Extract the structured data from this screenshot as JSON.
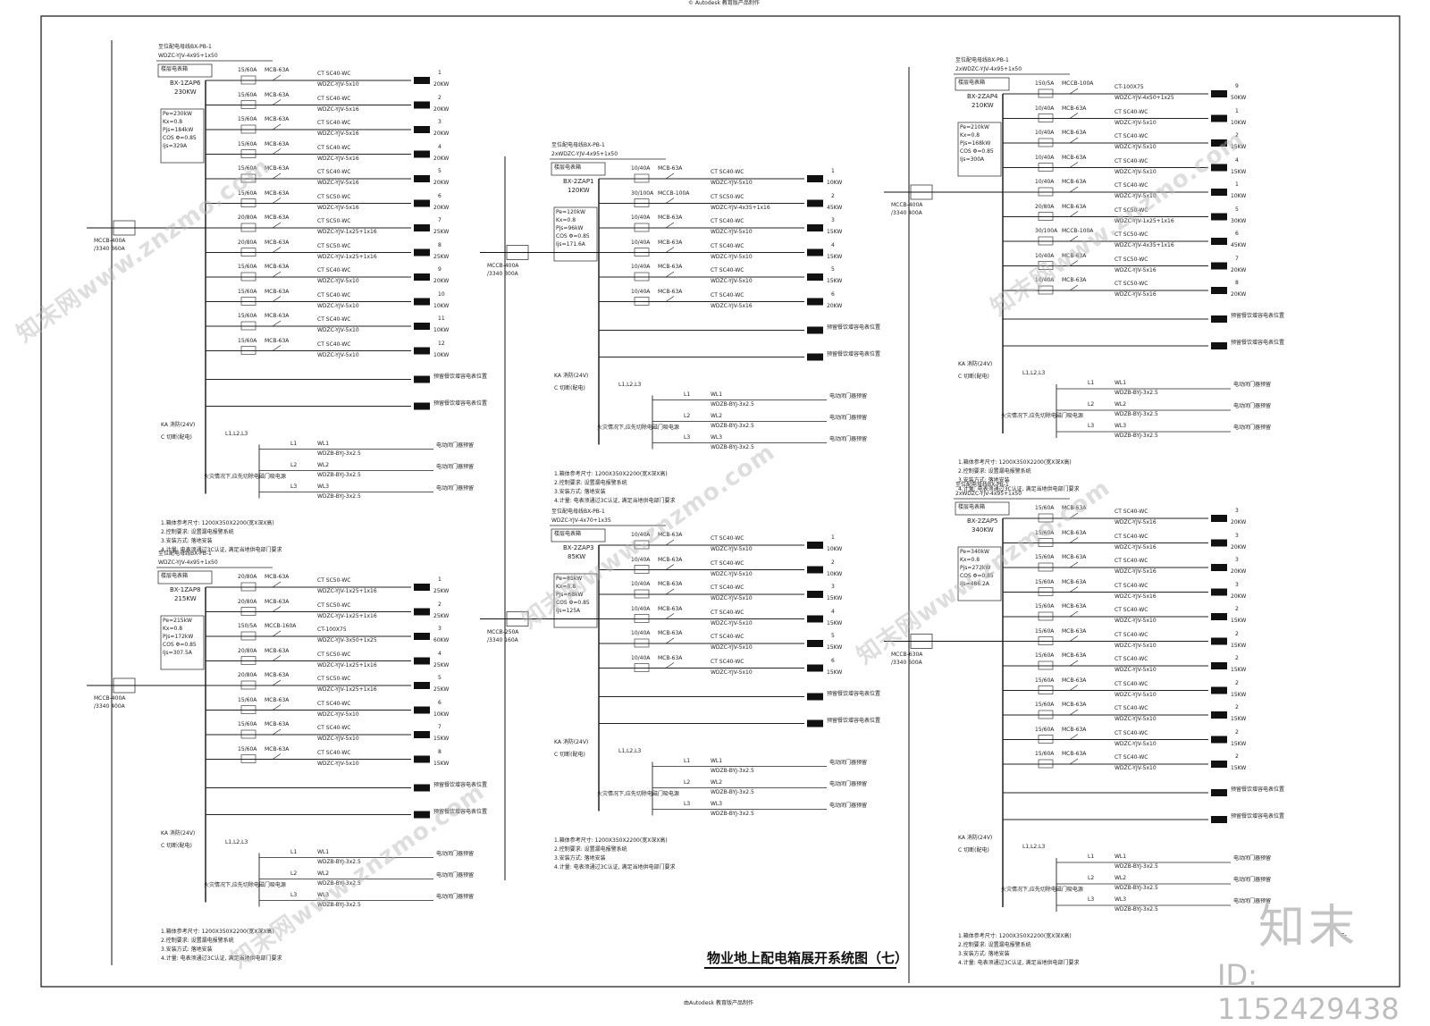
{
  "drawing": {
    "title": "物业地上配电箱展开系统图（七）",
    "top_marker": "© Autodesk 教育版产品制作",
    "bottom_marker": "由Autodesk 教育版产品制作",
    "brand": "知末",
    "id_label": "ID: 1152429438",
    "watermark": "知末网www.znzmo.com",
    "drawing_no": "E-"
  },
  "panels": [
    {
      "key": "p1",
      "feeder_label": "至位配电母线BX-PB-1",
      "feeder_cable": "WDZC-YJV-4x95+1x50",
      "room": "楼层电表箱",
      "name": "BX-1ZAP6",
      "power": "230KW",
      "params": [
        "Pe=230kW",
        "Kx=0.8",
        "Pjs=184kW",
        "COS Φ=0.85",
        "Ijs=329A"
      ],
      "main_breaker": "MCCB-400A",
      "main_rating": "/3340  360A",
      "bus_label": "L1,L2,L3",
      "circuits": [
        {
          "brk": "15/60A",
          "mcb": "MCB-63A",
          "ct": "CT SC40-WC",
          "cable": "WDZC-YJV-5x10",
          "no": "1",
          "kw": "20KW"
        },
        {
          "brk": "15/60A",
          "mcb": "MCB-63A",
          "ct": "CT SC40-WC",
          "cable": "WDZC-YJV-5x16",
          "no": "2",
          "kw": "20KW"
        },
        {
          "brk": "15/60A",
          "mcb": "MCB-63A",
          "ct": "CT SC40-WC",
          "cable": "WDZC-YJV-5x16",
          "no": "3",
          "kw": "20KW"
        },
        {
          "brk": "15/60A",
          "mcb": "MCB-63A",
          "ct": "CT SC40-WC",
          "cable": "WDZC-YJV-5x16",
          "no": "4",
          "kw": "20KW"
        },
        {
          "brk": "15/60A",
          "mcb": "MCB-63A",
          "ct": "CT SC40-WC",
          "cable": "WDZC-YJV-5x16",
          "no": "5",
          "kw": "20KW"
        },
        {
          "brk": "15/60A",
          "mcb": "MCB-63A",
          "ct": "CT SC50-WC",
          "cable": "WDZC-YJV-5x16",
          "no": "6",
          "kw": "20KW"
        },
        {
          "brk": "20/80A",
          "mcb": "MCB-63A",
          "ct": "CT SC50-WC",
          "cable": "WDZC-YJV-1x25+1x16",
          "no": "7",
          "kw": "25KW"
        },
        {
          "brk": "20/80A",
          "mcb": "MCB-63A",
          "ct": "CT SC50-WC",
          "cable": "WDZC-YJV-1x25+1x16",
          "no": "8",
          "kw": "25KW"
        },
        {
          "brk": "15/60A",
          "mcb": "MCB-63A",
          "ct": "CT SC40-WC",
          "cable": "WDZC-YJV-5x10",
          "no": "9",
          "kw": "20KW"
        },
        {
          "brk": "15/60A",
          "mcb": "MCB-63A",
          "ct": "CT SC40-WC",
          "cable": "WDZC-YJV-5x10",
          "no": "10",
          "kw": "10KW"
        },
        {
          "brk": "15/60A",
          "mcb": "MCB-63A",
          "ct": "CT SC40-WC",
          "cable": "WDZC-YJV-5x10",
          "no": "11",
          "kw": "10KW"
        },
        {
          "brk": "15/60A",
          "mcb": "MCB-63A",
          "ct": "CT SC40-WC",
          "cable": "WDZC-YJV-5x10",
          "no": "12",
          "kw": "10KW"
        }
      ],
      "spares": [
        "预留餐饮增容电表位置",
        "预留餐饮增容电表位置"
      ],
      "fire": [
        "KA 消防(24V)",
        "C 切断(配电)"
      ],
      "doors": [
        {
          "line": "L1",
          "code": "WL1",
          "cable": "WDZB-BYJ-3x2.5",
          "label": "电动闭门器预留"
        },
        {
          "line": "L2",
          "code": "WL2",
          "cable": "WDZB-BYJ-3x2.5",
          "label": "电动闭门器预留"
        },
        {
          "line": "L3",
          "code": "WL3",
          "cable": "WDZB-BYJ-3x2.5",
          "label": "电动闭门器预留"
        }
      ],
      "door_note": "火灾情况下,应先切除电磁门吸电源",
      "notes": [
        "1.箱体参考尺寸: 1200X350X2200(宽X深X高)",
        "2.控制要求: 设置漏电报警系统",
        "3.安装方式: 落地安装",
        "4.计量: 电表须通过3C认证, 满足当地供电部门要求"
      ]
    },
    {
      "key": "p2",
      "feeder_label": "至位配电母线BX-PB-1",
      "feeder_cable": "WDZC-YJV-4x95+1x50",
      "room": "楼层电表箱",
      "name": "BX-1ZAP8",
      "power": "215KW",
      "params": [
        "Pe=215kW",
        "Kx=0.8",
        "Pjs=172kW",
        "COS Φ=0.85",
        "Ijs=307.5A"
      ],
      "main_breaker": "MCCB-400A",
      "main_rating": "/3340  400A",
      "bus_label": "L1,L2,L3",
      "circuits": [
        {
          "brk": "20/80A",
          "mcb": "MCB-63A",
          "ct": "CT SC50-WC",
          "cable": "WDZC-YJV-1x25+1x16",
          "no": "1",
          "kw": "25KW"
        },
        {
          "brk": "20/80A",
          "mcb": "MCB-63A",
          "ct": "CT SC50-WC",
          "cable": "WDZC-YJV-1x25+1x16",
          "no": "2",
          "kw": "25KW"
        },
        {
          "brk": "150/5A",
          "mcb": "MCCB-160A",
          "ct": "CT-100X75",
          "cable": "WDZC-YJV-3x50+1x25",
          "no": "3",
          "kw": "60KW"
        },
        {
          "brk": "20/80A",
          "mcb": "MCB-63A",
          "ct": "CT SC50-WC",
          "cable": "WDZC-YJV-1x25+1x16",
          "no": "4",
          "kw": "25KW"
        },
        {
          "brk": "20/80A",
          "mcb": "MCB-63A",
          "ct": "CT SC50-WC",
          "cable": "WDZC-YJV-1x25+1x16",
          "no": "5",
          "kw": "25KW"
        },
        {
          "brk": "15/60A",
          "mcb": "MCB-63A",
          "ct": "CT SC40-WC",
          "cable": "WDZC-YJV-5x10",
          "no": "6",
          "kw": "10KW"
        },
        {
          "brk": "15/60A",
          "mcb": "MCB-63A",
          "ct": "CT SC40-WC",
          "cable": "WDZC-YJV-5x10",
          "no": "7",
          "kw": "15KW"
        },
        {
          "brk": "15/60A",
          "mcb": "MCB-63A",
          "ct": "CT SC40-WC",
          "cable": "WDZC-YJV-5x10",
          "no": "8",
          "kw": "15KW"
        }
      ],
      "spares": [
        "预留餐饮增容电表位置",
        "预留餐饮增容电表位置"
      ],
      "fire": [
        "KA 消防(24V)",
        "C 切断(配电)"
      ],
      "doors": [
        {
          "line": "L1",
          "code": "WL1",
          "cable": "WDZB-BYJ-3x2.5",
          "label": "电动闭门器预留"
        },
        {
          "line": "L2",
          "code": "WL2",
          "cable": "WDZB-BYJ-3x2.5",
          "label": "电动闭门器预留"
        },
        {
          "line": "L3",
          "code": "WL3",
          "cable": "WDZB-BYJ-3x2.5",
          "label": "电动闭门器预留"
        }
      ],
      "door_note": "火灾情况下,应先切除电磁门吸电源",
      "notes": [
        "1.箱体参考尺寸: 1200X350X2200(宽X深X高)",
        "2.控制要求: 设置漏电报警系统",
        "3.安装方式: 落地安装",
        "4.计量: 电表须通过3C认证, 满足当地供电部门要求"
      ]
    },
    {
      "key": "p3",
      "feeder_label": "至位配电母线BX-PB-1",
      "feeder_cable": "2xWDZC-YJV-4x95+1x50",
      "room": "楼层电表箱",
      "name": "BX-2ZAP1",
      "power": "120KW",
      "params": [
        "Pe=120kW",
        "Kx=0.8",
        "Pjs=96kW",
        "COS Φ=0.85",
        "Ijs=171.6A"
      ],
      "main_breaker": "MCCB-400A",
      "main_rating": "/3340  300A",
      "bus_label": "L1,L2,L3",
      "circuits": [
        {
          "brk": "10/40A",
          "mcb": "MCB-63A",
          "ct": "CT SC40-WC",
          "cable": "WDZC-YJV-5x10",
          "no": "1",
          "kw": "10KW"
        },
        {
          "brk": "30/100A",
          "mcb": "MCCB-100A",
          "ct": "CT SC50-WC",
          "cable": "WDZC-YJV-4x35+1x16",
          "no": "2",
          "kw": "45KW"
        },
        {
          "brk": "10/40A",
          "mcb": "MCB-63A",
          "ct": "CT SC40-WC",
          "cable": "WDZC-YJV-5x10",
          "no": "3",
          "kw": "15KW"
        },
        {
          "brk": "10/40A",
          "mcb": "MCB-63A",
          "ct": "CT SC40-WC",
          "cable": "WDZC-YJV-5x10",
          "no": "4",
          "kw": "15KW"
        },
        {
          "brk": "10/40A",
          "mcb": "MCB-63A",
          "ct": "CT SC40-WC",
          "cable": "WDZC-YJV-5x10",
          "no": "5",
          "kw": "15KW"
        },
        {
          "brk": "10/40A",
          "mcb": "MCB-63A",
          "ct": "CT SC40-WC",
          "cable": "WDZC-YJV-5x16",
          "no": "6",
          "kw": "20KW"
        }
      ],
      "spares": [
        "预留餐饮增容电表位置",
        "预留餐饮增容电表位置"
      ],
      "fire": [
        "KA 消防(24V)",
        "C 切断(配电)"
      ],
      "doors": [
        {
          "line": "L1",
          "code": "WL1",
          "cable": "WDZB-BYJ-3x2.5",
          "label": "电动闭门器预留"
        },
        {
          "line": "L2",
          "code": "WL2",
          "cable": "WDZB-BYJ-3x2.5",
          "label": "电动闭门器预留"
        },
        {
          "line": "L3",
          "code": "WL3",
          "cable": "WDZB-BYJ-3x2.5",
          "label": "电动闭门器预留"
        }
      ],
      "door_note": "火灾情况下,应先切除电磁门吸电源",
      "notes": [
        "1.箱体参考尺寸: 1200X350X2200(宽X深X高)",
        "2.控制要求: 设置漏电报警系统",
        "3.安装方式: 落地安装",
        "4.计量: 电表须通过3C认证, 满足当地供电部门要求"
      ]
    },
    {
      "key": "p4",
      "feeder_label": "至位配电母线BX-PB-1",
      "feeder_cable": "WDZC-YJV-4x70+1x35",
      "room": "楼层电表箱",
      "name": "BX-2ZAP3",
      "power": "85KW",
      "params": [
        "Pe=85kW",
        "Kx=0.8",
        "Pjs=68kW",
        "COS Φ=0.85",
        "Ijs=125A"
      ],
      "main_breaker": "MCCB-250A",
      "main_rating": "/3340  160A",
      "bus_label": "L1,L2,L3",
      "circuits": [
        {
          "brk": "10/40A",
          "mcb": "MCB-63A",
          "ct": "CT SC40-WC",
          "cable": "WDZC-YJV-5x10",
          "no": "1",
          "kw": "10KW"
        },
        {
          "brk": "10/40A",
          "mcb": "MCB-63A",
          "ct": "CT SC40-WC",
          "cable": "WDZC-YJV-5x10",
          "no": "2",
          "kw": "10KW"
        },
        {
          "brk": "10/40A",
          "mcb": "MCB-63A",
          "ct": "CT SC40-WC",
          "cable": "WDZC-YJV-5x10",
          "no": "3",
          "kw": "15KW"
        },
        {
          "brk": "10/40A",
          "mcb": "MCB-63A",
          "ct": "CT SC40-WC",
          "cable": "WDZC-YJV-5x10",
          "no": "4",
          "kw": "15KW"
        },
        {
          "brk": "10/40A",
          "mcb": "MCB-63A",
          "ct": "CT SC40-WC",
          "cable": "WDZC-YJV-5x10",
          "no": "5",
          "kw": "15KW"
        },
        {
          "brk": "10/40A",
          "mcb": "MCB-63A",
          "ct": "CT SC40-WC",
          "cable": "WDZC-YJV-5x10",
          "no": "6",
          "kw": "15KW"
        }
      ],
      "spares": [
        "预留餐饮增容电表位置",
        "预留餐饮增容电表位置"
      ],
      "fire": [
        "KA 消防(24V)",
        "C 切断(配电)"
      ],
      "doors": [
        {
          "line": "L1",
          "code": "WL1",
          "cable": "WDZB-BYJ-3x2.5",
          "label": "电动闭门器预留"
        },
        {
          "line": "L2",
          "code": "WL2",
          "cable": "WDZB-BYJ-3x2.5",
          "label": "电动闭门器预留"
        },
        {
          "line": "L3",
          "code": "WL3",
          "cable": "WDZB-BYJ-3x2.5",
          "label": "电动闭门器预留"
        }
      ],
      "door_note": "火灾情况下,应先切除电磁门吸电源",
      "notes": [
        "1.箱体参考尺寸: 1200X350X2200(宽X深X高)",
        "2.控制要求: 设置漏电报警系统",
        "3.安装方式: 落地安装",
        "4.计量: 电表须通过3C认证, 满足当地供电部门要求"
      ]
    },
    {
      "key": "p5",
      "feeder_label": "至位配电母线BX-PB-1",
      "feeder_cable": "2xWDZC-YJV-4x95+1x50",
      "room": "楼层电表箱",
      "name": "BX-2ZAP4",
      "power": "210KW",
      "params": [
        "Pe=210kW",
        "Kx=0.8",
        "Pjs=168kW",
        "COS Φ=0.85",
        "Ijs=300A"
      ],
      "main_breaker": "MCCB-400A",
      "main_rating": "/3340  400A",
      "bus_label": "L1,L2,L3",
      "circuits": [
        {
          "brk": "150/5A",
          "mcb": "MCCB-100A",
          "ct": "CT-100X75",
          "cable": "WDZC-YJV-4x50+1x25",
          "no": "9",
          "kw": "50KW"
        },
        {
          "brk": "10/40A",
          "mcb": "MCB-63A",
          "ct": "CT SC40-WC",
          "cable": "WDZC-YJV-5x10",
          "no": "1",
          "kw": "10KW"
        },
        {
          "brk": "10/40A",
          "mcb": "MCB-63A",
          "ct": "CT SC40-WC",
          "cable": "WDZC-YJV-5x10",
          "no": "2",
          "kw": "15KW"
        },
        {
          "brk": "10/40A",
          "mcb": "MCB-63A",
          "ct": "CT SC40-WC",
          "cable": "WDZC-YJV-5x10",
          "no": "4",
          "kw": "15KW"
        },
        {
          "brk": "10/40A",
          "mcb": "MCB-63A",
          "ct": "CT SC40-WC",
          "cable": "WDZC-YJV-5x10",
          "no": "1",
          "kw": "10KW"
        },
        {
          "brk": "20/80A",
          "mcb": "MCB-63A",
          "ct": "CT SC50-WC",
          "cable": "WDZC-YJV-1x25+1x16",
          "no": "5",
          "kw": "30KW"
        },
        {
          "brk": "30/100A",
          "mcb": "MCCB-100A",
          "ct": "CT SC50-WC",
          "cable": "WDZC-YJV-4x35+1x16",
          "no": "6",
          "kw": "45KW"
        },
        {
          "brk": "10/40A",
          "mcb": "MCB-63A",
          "ct": "CT SC50-WC",
          "cable": "WDZC-YJV-5x16",
          "no": "7",
          "kw": "20KW"
        },
        {
          "brk": "10/40A",
          "mcb": "MCB-63A",
          "ct": "CT SC50-WC",
          "cable": "WDZC-YJV-5x16",
          "no": "8",
          "kw": "20KW"
        }
      ],
      "spares": [
        "预留餐饮增容电表位置",
        "预留餐饮增容电表位置"
      ],
      "fire": [
        "KA 消防(24V)",
        "C 切断(配电)"
      ],
      "doors": [
        {
          "line": "L1",
          "code": "WL1",
          "cable": "WDZB-BYJ-3x2.5",
          "label": "电动闭门器预留"
        },
        {
          "line": "L2",
          "code": "WL2",
          "cable": "WDZB-BYJ-3x2.5",
          "label": "电动闭门器预留"
        },
        {
          "line": "L3",
          "code": "WL3",
          "cable": "WDZB-BYJ-3x2.5",
          "label": "电动闭门器预留"
        }
      ],
      "door_note": "火灾情况下,应先切除电磁门吸电源",
      "notes": [
        "1.箱体参考尺寸: 1200X350X2200(宽X深X高)",
        "2.控制要求: 设置漏电报警系统",
        "3.安装方式: 落地安装",
        "4.计量: 电表须通过3C认证, 满足当地供电部门要求"
      ]
    },
    {
      "key": "p6",
      "feeder_label": "至位配电母线BX-PB-1",
      "feeder_cable": "2xWDZC-YJV-4x95+1x50",
      "room": "楼层电表箱",
      "name": "BX-2ZAP5",
      "power": "340KW",
      "params": [
        "Pe=340kW",
        "Kx=0.8",
        "Pjs=272kW",
        "COS Φ=0.85",
        "Ijs=486.2A"
      ],
      "main_breaker": "MCCB-630A",
      "main_rating": "/3340  600A",
      "bus_label": "L1,L2,L3",
      "circuits": [
        {
          "brk": "15/60A",
          "mcb": "MCB-63A",
          "ct": "CT SC40-WC",
          "cable": "WDZC-YJV-5x16",
          "no": "3",
          "kw": "20KW"
        },
        {
          "brk": "15/60A",
          "mcb": "MCB-63A",
          "ct": "CT SC40-WC",
          "cable": "WDZC-YJV-5x16",
          "no": "3",
          "kw": "20KW"
        },
        {
          "brk": "15/60A",
          "mcb": "MCB-63A",
          "ct": "CT SC40-WC",
          "cable": "WDZC-YJV-5x16",
          "no": "3",
          "kw": "20KW"
        },
        {
          "brk": "15/60A",
          "mcb": "MCB-63A",
          "ct": "CT SC40-WC",
          "cable": "WDZC-YJV-5x16",
          "no": "3",
          "kw": "20KW"
        },
        {
          "brk": "15/60A",
          "mcb": "MCB-63A",
          "ct": "CT SC40-WC",
          "cable": "WDZC-YJV-5x10",
          "no": "2",
          "kw": "15KW"
        },
        {
          "brk": "15/60A",
          "mcb": "MCB-63A",
          "ct": "CT SC40-WC",
          "cable": "WDZC-YJV-5x10",
          "no": "2",
          "kw": "15KW"
        },
        {
          "brk": "15/60A",
          "mcb": "MCB-63A",
          "ct": "CT SC40-WC",
          "cable": "WDZC-YJV-5x10",
          "no": "2",
          "kw": "15KW"
        },
        {
          "brk": "15/60A",
          "mcb": "MCB-63A",
          "ct": "CT SC40-WC",
          "cable": "WDZC-YJV-5x10",
          "no": "2",
          "kw": "15KW"
        },
        {
          "brk": "15/60A",
          "mcb": "MCB-63A",
          "ct": "CT SC40-WC",
          "cable": "WDZC-YJV-5x10",
          "no": "2",
          "kw": "15KW"
        },
        {
          "brk": "15/60A",
          "mcb": "MCB-63A",
          "ct": "CT SC40-WC",
          "cable": "WDZC-YJV-5x10",
          "no": "2",
          "kw": "15KW"
        },
        {
          "brk": "15/60A",
          "mcb": "MCB-63A",
          "ct": "CT SC40-WC",
          "cable": "WDZC-YJV-5x10",
          "no": "2",
          "kw": "15KW"
        }
      ],
      "spares": [
        "预留餐饮增容电表位置",
        "预留餐饮增容电表位置"
      ],
      "fire": [
        "KA 消防(24V)",
        "C 切断(配电)"
      ],
      "doors": [
        {
          "line": "L1",
          "code": "WL1",
          "cable": "WDZB-BYJ-3x2.5",
          "label": "电动闭门器预留"
        },
        {
          "line": "L2",
          "code": "WL2",
          "cable": "WDZB-BYJ-3x2.5",
          "label": "电动闭门器预留"
        },
        {
          "line": "L3",
          "code": "WL3",
          "cable": "WDZB-BYJ-3x2.5",
          "label": "电动闭门器预留"
        }
      ],
      "door_note": "火灾情况下,应先切除电磁门吸电源",
      "notes": [
        "1.箱体参考尺寸: 1200X350X2200(宽X深X高)",
        "2.控制要求: 设置漏电报警系统",
        "3.安装方式: 落地安装",
        "4.计量: 电表须通过3C认证, 满足当地供电部门要求"
      ]
    }
  ]
}
